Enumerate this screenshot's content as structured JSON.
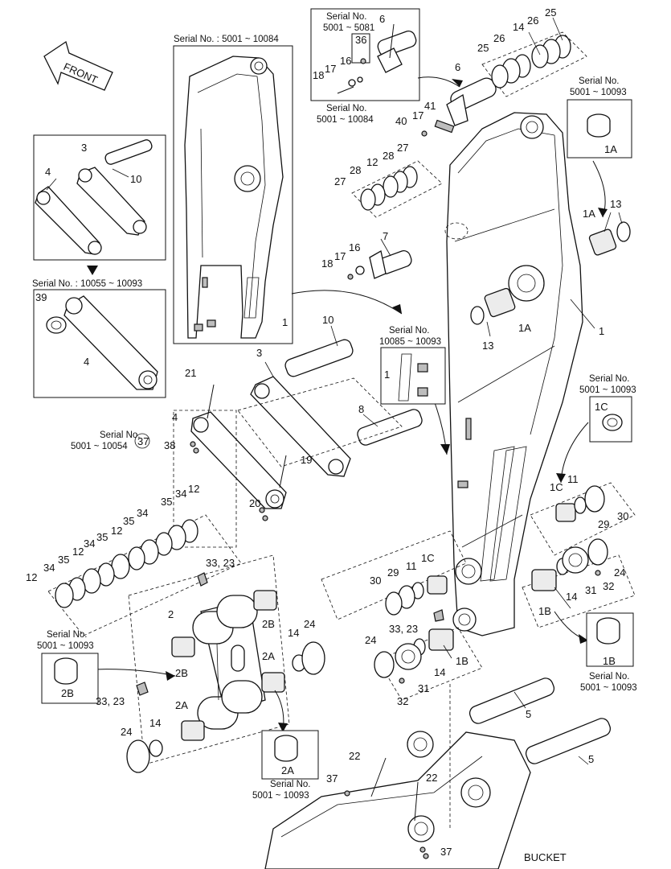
{
  "diagram": {
    "arrow_label": "FRONT",
    "section_label": "BUCKET",
    "callout_numbers": [
      {
        "id": "c6a",
        "text": "6"
      },
      {
        "id": "c36",
        "text": "36"
      },
      {
        "id": "c16a",
        "text": "16"
      },
      {
        "id": "c17a",
        "text": "17"
      },
      {
        "id": "c18a",
        "text": "18"
      },
      {
        "id": "c6b",
        "text": "6"
      },
      {
        "id": "c41",
        "text": "41"
      },
      {
        "id": "c17b",
        "text": "17"
      },
      {
        "id": "c40",
        "text": "40"
      },
      {
        "id": "c25a",
        "text": "25"
      },
      {
        "id": "c26a",
        "text": "26"
      },
      {
        "id": "c14a",
        "text": "14"
      },
      {
        "id": "c26b",
        "text": "26"
      },
      {
        "id": "c25b",
        "text": "25"
      },
      {
        "id": "c1Aa",
        "text": "1A"
      },
      {
        "id": "c1Ab",
        "text": "1A"
      },
      {
        "id": "c13a",
        "text": "13"
      },
      {
        "id": "c27a",
        "text": "27"
      },
      {
        "id": "c28a",
        "text": "28"
      },
      {
        "id": "c12a",
        "text": "12"
      },
      {
        "id": "c28b",
        "text": "28"
      },
      {
        "id": "c27b",
        "text": "27"
      },
      {
        "id": "c7",
        "text": "7"
      },
      {
        "id": "c16b",
        "text": "16"
      },
      {
        "id": "c17c",
        "text": "17"
      },
      {
        "id": "c18b",
        "text": "18"
      },
      {
        "id": "c1a",
        "text": "1"
      },
      {
        "id": "c1Ac",
        "text": "1A"
      },
      {
        "id": "c13b",
        "text": "13"
      },
      {
        "id": "c1b",
        "text": "1"
      },
      {
        "id": "c1c",
        "text": "1"
      },
      {
        "id": "c3a",
        "text": "3"
      },
      {
        "id": "c10a",
        "text": "10"
      },
      {
        "id": "c4a",
        "text": "4"
      },
      {
        "id": "c39",
        "text": "39"
      },
      {
        "id": "c4b",
        "text": "4"
      },
      {
        "id": "c10b",
        "text": "10"
      },
      {
        "id": "c3b",
        "text": "3"
      },
      {
        "id": "c21",
        "text": "21"
      },
      {
        "id": "c4c",
        "text": "4"
      },
      {
        "id": "c37a",
        "text": "37"
      },
      {
        "id": "c38",
        "text": "38"
      },
      {
        "id": "c19",
        "text": "19"
      },
      {
        "id": "c8",
        "text": "8"
      },
      {
        "id": "c20",
        "text": "20"
      },
      {
        "id": "c1Ca",
        "text": "1C"
      },
      {
        "id": "c1Cb",
        "text": "1C"
      },
      {
        "id": "c11a",
        "text": "11"
      },
      {
        "id": "c29a",
        "text": "29"
      },
      {
        "id": "c30a",
        "text": "30"
      },
      {
        "id": "c12b",
        "text": "12"
      },
      {
        "id": "c34a",
        "text": "34"
      },
      {
        "id": "c35a",
        "text": "35"
      },
      {
        "id": "c34b",
        "text": "34"
      },
      {
        "id": "c35b",
        "text": "35"
      },
      {
        "id": "c12c",
        "text": "12"
      },
      {
        "id": "c34c",
        "text": "34"
      },
      {
        "id": "c12d",
        "text": "12"
      },
      {
        "id": "c35c",
        "text": "35"
      },
      {
        "id": "c34d",
        "text": "34"
      },
      {
        "id": "c35d",
        "text": "35"
      },
      {
        "id": "c12e",
        "text": "12"
      },
      {
        "id": "c2331a",
        "text": "33, 23"
      },
      {
        "id": "c2",
        "text": "2"
      },
      {
        "id": "c2Ba",
        "text": "2B"
      },
      {
        "id": "c2Bb",
        "text": "2B"
      },
      {
        "id": "c2Bc",
        "text": "2B"
      },
      {
        "id": "c2Aa",
        "text": "2A"
      },
      {
        "id": "c2Ab",
        "text": "2A"
      },
      {
        "id": "c2Ac",
        "text": "2A"
      },
      {
        "id": "c14b",
        "text": "14"
      },
      {
        "id": "c24a",
        "text": "24"
      },
      {
        "id": "c14c",
        "text": "14"
      },
      {
        "id": "c24b",
        "text": "24"
      },
      {
        "id": "c2331b",
        "text": "33, 23"
      },
      {
        "id": "c1Cc",
        "text": "1C"
      },
      {
        "id": "c11b",
        "text": "11"
      },
      {
        "id": "c29b",
        "text": "29"
      },
      {
        "id": "c30b",
        "text": "30"
      },
      {
        "id": "c2331c",
        "text": "33, 23"
      },
      {
        "id": "c24c",
        "text": "24"
      },
      {
        "id": "c14d",
        "text": "14"
      },
      {
        "id": "c1Ba",
        "text": "1B"
      },
      {
        "id": "c31a",
        "text": "31"
      },
      {
        "id": "c32a",
        "text": "32"
      },
      {
        "id": "c24d",
        "text": "24"
      },
      {
        "id": "c1Bb",
        "text": "1B"
      },
      {
        "id": "c14e",
        "text": "14"
      },
      {
        "id": "c31b",
        "text": "31"
      },
      {
        "id": "c32b",
        "text": "32"
      },
      {
        "id": "c1Bc",
        "text": "1B"
      },
      {
        "id": "c5a",
        "text": "5"
      },
      {
        "id": "c5b",
        "text": "5"
      },
      {
        "id": "c22a",
        "text": "22"
      },
      {
        "id": "c37b",
        "text": "37"
      },
      {
        "id": "c22b",
        "text": "22"
      },
      {
        "id": "c37c",
        "text": "37"
      }
    ],
    "serial_notes": [
      {
        "id": "s1",
        "lines": [
          "Serial No.",
          "5001 ~ 5081"
        ]
      },
      {
        "id": "s2",
        "lines": [
          "Serial No.",
          "5001 ~ 10084"
        ]
      },
      {
        "id": "s3",
        "lines": [
          "Serial No. : 5001 ~ 10084"
        ]
      },
      {
        "id": "s4",
        "lines": [
          "Serial No.",
          "5001 ~ 10093"
        ]
      },
      {
        "id": "s5",
        "lines": [
          "Serial No. : 10055 ~ 10093"
        ]
      },
      {
        "id": "s6",
        "lines": [
          "Serial No.",
          "10085 ~ 10093"
        ]
      },
      {
        "id": "s7",
        "lines": [
          "Serial No.",
          "5001 ~ 10093"
        ]
      },
      {
        "id": "s8",
        "lines": [
          "Serial No.",
          "5001 ~ 10054"
        ]
      },
      {
        "id": "s9",
        "lines": [
          "Serial No.",
          "5001 ~ 10093"
        ]
      },
      {
        "id": "s10",
        "lines": [
          "Serial No.",
          "5001 ~ 10093"
        ]
      },
      {
        "id": "s11",
        "lines": [
          "Serial No.",
          "5001 ~ 10093"
        ]
      }
    ]
  }
}
